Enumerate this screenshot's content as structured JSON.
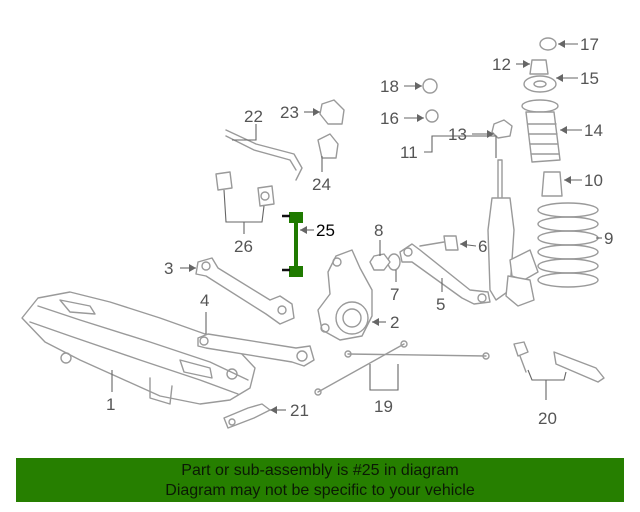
{
  "callouts": {
    "c1": "1",
    "c2": "2",
    "c3": "3",
    "c4": "4",
    "c5": "5",
    "c6": "6",
    "c7": "7",
    "c8": "8",
    "c9": "9",
    "c10": "10",
    "c11": "11",
    "c12": "12",
    "c13": "13",
    "c14": "14",
    "c15": "15",
    "c16": "16",
    "c17": "17",
    "c18": "18",
    "c19": "19",
    "c20": "20",
    "c21": "21",
    "c22": "22",
    "c23": "23",
    "c24": "24",
    "c25": "25",
    "c26": "26"
  },
  "highlighted_part": "25",
  "colors": {
    "highlight": "#1f7a00",
    "banner": "#267f00",
    "line": "#9a9a9a"
  },
  "banner": {
    "line1": "Part or sub-assembly is #25 in diagram",
    "line2": "Diagram may not be specific to your vehicle"
  }
}
